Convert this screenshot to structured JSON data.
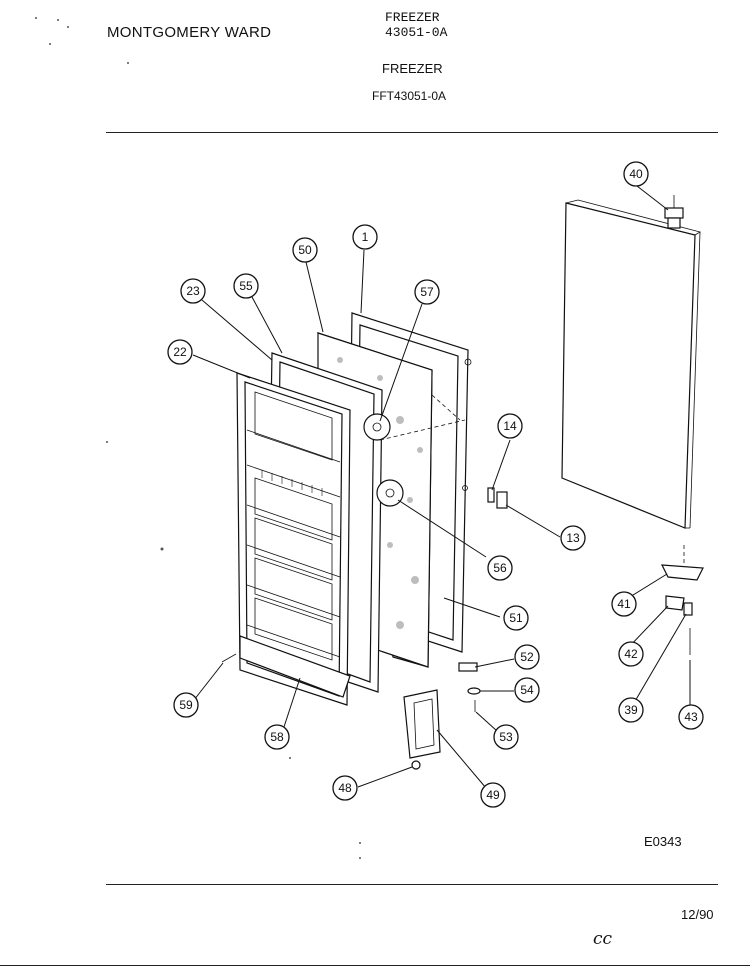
{
  "header": {
    "brand": "MONTGOMERY WARD",
    "section": "FREEZER",
    "section_code": "43051-0A",
    "title": "FREEZER",
    "model": "FFT43051-0A"
  },
  "callouts": [
    "40",
    "1",
    "50",
    "23",
    "55",
    "57",
    "22",
    "14",
    "13",
    "56",
    "51",
    "41",
    "52",
    "42",
    "54",
    "39",
    "43",
    "59",
    "53",
    "58",
    "48",
    "49"
  ],
  "footer": {
    "figure_code": "E0343",
    "date": "12/90",
    "handwritten": "cc"
  }
}
